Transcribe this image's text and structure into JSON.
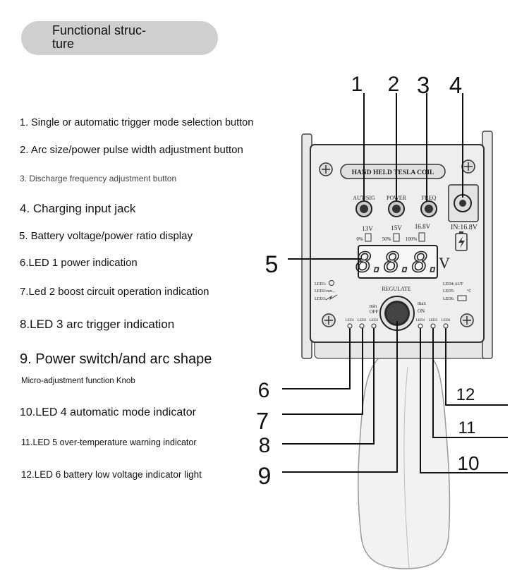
{
  "title": "Functional struc-\nture",
  "title_line1": "Functional struc-",
  "title_line2": "ture",
  "legend": [
    "1. Single or automatic trigger mode selection button",
    "2. Arc size/power pulse width adjustment button",
    "3. Discharge frequency adjustment button",
    "4. Charging input jack",
    "5. Battery voltage/power ratio display",
    "6.LED 1 power indication",
    "7.Led 2 boost circuit operation indication",
    "8.LED 3 arc trigger indication",
    "9. Power switch/and arc shape",
    "Micro-adjustment function Knob",
    "10.LED 4 automatic mode indicator",
    "11.LED 5 over-temperature warning indicator",
    "12.LED 6 battery low voltage indicator light"
  ],
  "callouts": [
    "1",
    "2",
    "3",
    "4",
    "5",
    "6",
    "7",
    "8",
    "9",
    "10",
    "11",
    "12"
  ],
  "device": {
    "brand_plate": "HAND HELD TESLA COIL",
    "btn_autosig": "AUT/SIG",
    "btn_power": "POWER",
    "btn_freq": "FREQ",
    "in_label": "IN:16.8V",
    "v13": "13V",
    "v15": "15V",
    "v168": "16.8V",
    "p0": "0%",
    "p50": "50%",
    "p100": "100%",
    "display": "8.8.8.",
    "unit": "V",
    "regulate": "REGULATE",
    "min": "min",
    "off": "OFF",
    "max": "max",
    "on": "ON",
    "led1_label": "LED1:",
    "led2_label": "LED2:run...",
    "led3_label": "LED3:",
    "led4_label": "LED4:AUT",
    "led5_label": "LED5:",
    "led6_label": "LED6:",
    "temp": "°C",
    "led_names": [
      "LED1",
      "LED2",
      "LED3",
      "LED4",
      "LED5",
      "LED6"
    ]
  }
}
